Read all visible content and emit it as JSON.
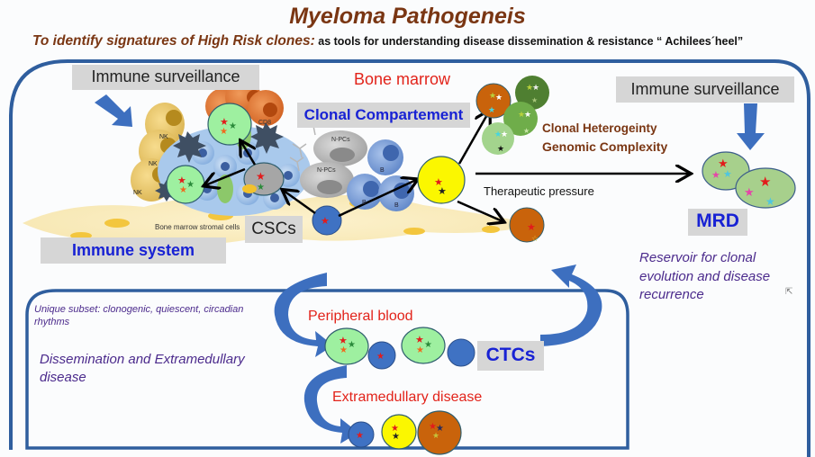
{
  "title": "Myeloma Pathogeneis",
  "subtitle": {
    "lead": "To identify signatures of High Risk clones:",
    "rest": " as tools for understanding disease dissemination & resistance  “ Achilees´heel”"
  },
  "bone_marrow": {
    "label": "Bone marrow",
    "immune_surveillance_left": "Immune surveillance",
    "immune_surveillance_right": "Immune surveillance",
    "clonal_compartment": "Clonal Compartement",
    "immune_system": "Immune system",
    "cscs": "CSCs",
    "stromal_cells": "Bone marrow stromal cells",
    "cell_labels": {
      "nk": "NK",
      "cd8": "CD8",
      "npcs": "N-PCs",
      "b": "B"
    },
    "clonal_heterogeneity": "Clonal Heterogeinty",
    "genomic_complexity": "Genomic Complexity",
    "therapeutic_pressure": "Therapeutic pressure",
    "mrd": "MRD",
    "mrd_description": "Reservoir for clonal evolution and disease recurrence"
  },
  "dissemination": {
    "subset_note": "Unique subset: clonogenic, quiescent, circadian rhythms",
    "heading": "Dissemination and Extramedullary disease",
    "peripheral_blood": "Peripheral blood",
    "ctcs": "CTCs",
    "extramedullary": "Extramedullary disease"
  },
  "colors": {
    "title": "#7a3613",
    "frame": "#2f5e9e",
    "arrow_blue": "#3d6fbf",
    "label_red": "#e2231a",
    "label_blue": "#1822d4",
    "italic_purple": "#4b2a8c",
    "cell_green": "#9ef0a0",
    "cell_yellow": "#fbf700",
    "cell_orange": "#c9630b",
    "cell_blue": "#3f72c3",
    "cell_gray": "#a6a6a6"
  }
}
